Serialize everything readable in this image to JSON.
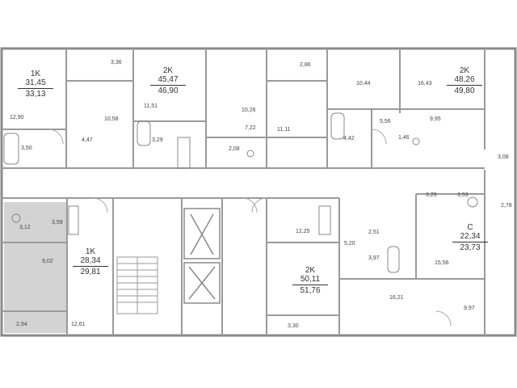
{
  "colors": {
    "wall": "#8a8a8a",
    "highlight": "#d3d3d3",
    "line": "#b0b0b0"
  },
  "apartments": [
    {
      "id": "apt-1k-top",
      "type": "1K",
      "living": "31,45",
      "total": "33,13"
    },
    {
      "id": "apt-2k-a",
      "type": "2K",
      "living": "45,47",
      "total": "46,90"
    },
    {
      "id": "apt-2k-b",
      "type": "2K",
      "living": "48,26",
      "total": "49,80"
    },
    {
      "id": "apt-c",
      "type": "C",
      "living": "22,34",
      "total": "23,73"
    },
    {
      "id": "apt-1k-bottom",
      "type": "1K",
      "living": "28,34",
      "total": "29,81"
    },
    {
      "id": "apt-2k-c",
      "type": "2K",
      "living": "50,11",
      "total": "51,76"
    }
  ],
  "rooms": [
    "3,36",
    "12,90",
    "10,58",
    "11,51",
    "3,50",
    "4,47",
    "3,29",
    "2,86",
    "10,26",
    "7,22",
    "11,11",
    "2,08",
    "10,44",
    "16,43",
    "4,42",
    "5,56",
    "9,95",
    "1,46",
    "3,08",
    "3,25",
    "3,53",
    "2,78",
    "3,12",
    "3,59",
    "9,02",
    "2,94",
    "12,61",
    "12,25",
    "5,20",
    "2,51",
    "3,97",
    "15,56",
    "16,21",
    "9,97",
    "3,30"
  ]
}
